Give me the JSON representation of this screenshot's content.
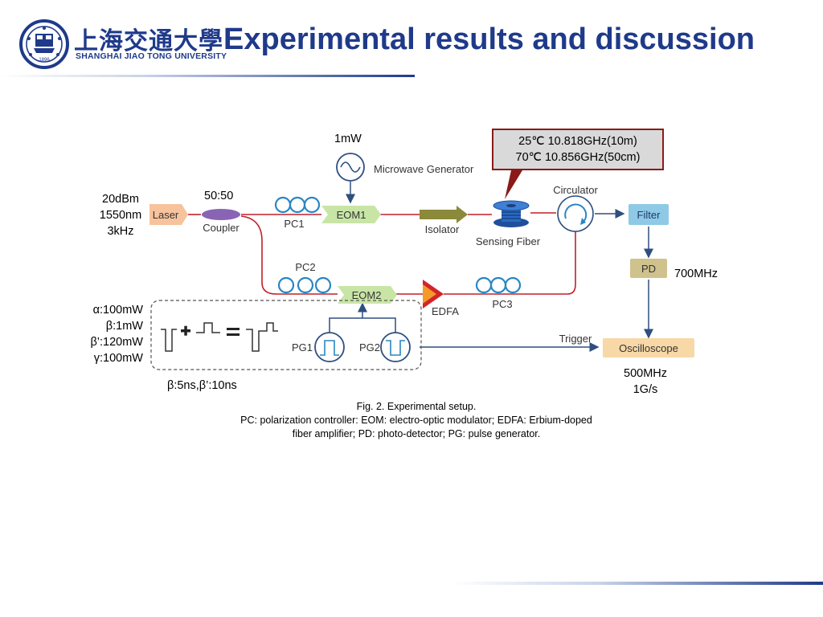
{
  "header": {
    "title": "Experimental results and discussion",
    "logo": {
      "chinese_name": "上海交通大學",
      "english_name": "SHANGHAI JIAO TONG UNIVERSITY",
      "seal_year": "1896",
      "icon": "university-seal-icon"
    }
  },
  "diagram": {
    "components": {
      "laser": "Laser",
      "coupler": "Coupler",
      "pc1": "PC1",
      "eom1": "EOM1",
      "isolator": "Isolator",
      "sensing_fiber": "Sensing Fiber",
      "circulator": "Circulator",
      "filter": "Filter",
      "pd": "PD",
      "oscilloscope": "Oscilloscope",
      "microwave_generator": "Microwave Generator",
      "pc2": "PC2",
      "eom2": "EOM2",
      "edfa": "EDFA",
      "pc3": "PC3",
      "pg1": "PG1",
      "pg2": "PG2",
      "trigger": "Trigger"
    },
    "annotations": {
      "mw_power": "1mW",
      "laser_power": "20dBm",
      "laser_wavelength": "1550nm",
      "laser_linewidth": "3kHz",
      "coupler_ratio": "50:50",
      "pd_bandwidth": "700MHz",
      "osc_bandwidth": "500MHz",
      "osc_rate": "1G/s",
      "alpha": "α:100mW",
      "beta": "β:1mW",
      "beta_prime": "β’:120mW",
      "gamma": "γ:100mW",
      "pulse_widths": "β:5ns,β’:10ns",
      "temp_line1": "25℃ 10.818GHz(10m)",
      "temp_line2": "70℃ 10.856GHz(50cm)"
    },
    "colors": {
      "fiber": "#c0202a",
      "electrical": "#2f4f7f",
      "laser_fill": "#f7c39c",
      "eom_fill": "#c9e5a6",
      "filter_fill": "#8ec9e6",
      "pd_fill": "#cfc28d",
      "osc_fill": "#f7d8a6",
      "isolator_fill": "#8a8a3a",
      "coupler_fill": "#8a64b4",
      "pc_loop": "#2a86c2",
      "edfa": "#d4242a",
      "temp_box_border": "#8b1a1a"
    }
  },
  "caption": {
    "line1": "Fig. 2. Experimental setup.",
    "line2": "PC: polarization controller: EOM: electro-optic modulator; EDFA: Erbium-doped",
    "line3": "fiber amplifier; PD: photo-detector; PG: pulse generator."
  }
}
